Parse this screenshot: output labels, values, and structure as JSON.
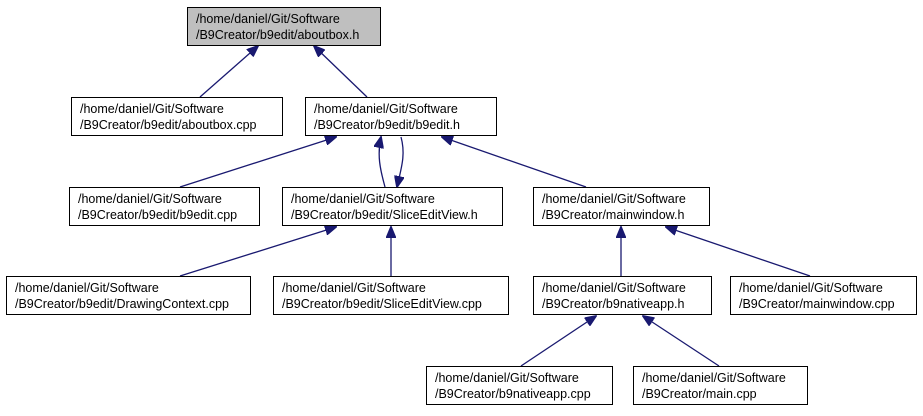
{
  "graph": {
    "colors": {
      "edge": "#191970",
      "node_border": "#000000",
      "node_fill": "#ffffff",
      "root_fill": "#bfbfbf",
      "text": "#000000"
    },
    "nodes": [
      {
        "id": "aboutbox_h",
        "lines": [
          "/home/daniel/Git/Software",
          "/B9Creator/b9edit/aboutbox.h"
        ],
        "highlight": true
      },
      {
        "id": "aboutbox_cpp",
        "lines": [
          "/home/daniel/Git/Software",
          "/B9Creator/b9edit/aboutbox.cpp"
        ]
      },
      {
        "id": "b9edit_h",
        "lines": [
          "/home/daniel/Git/Software",
          "/B9Creator/b9edit/b9edit.h"
        ]
      },
      {
        "id": "b9edit_cpp",
        "lines": [
          "/home/daniel/Git/Software",
          "/B9Creator/b9edit/b9edit.cpp"
        ]
      },
      {
        "id": "sliceeditview_h",
        "lines": [
          "/home/daniel/Git/Software",
          "/B9Creator/b9edit/SliceEditView.h"
        ]
      },
      {
        "id": "mainwindow_h",
        "lines": [
          "/home/daniel/Git/Software",
          "/B9Creator/mainwindow.h"
        ]
      },
      {
        "id": "drawingcontext_cpp",
        "lines": [
          "/home/daniel/Git/Software",
          "/B9Creator/b9edit/DrawingContext.cpp"
        ]
      },
      {
        "id": "sliceeditview_cpp",
        "lines": [
          "/home/daniel/Git/Software",
          "/B9Creator/b9edit/SliceEditView.cpp"
        ]
      },
      {
        "id": "b9nativeapp_h",
        "lines": [
          "/home/daniel/Git/Software",
          "/B9Creator/b9nativeapp.h"
        ]
      },
      {
        "id": "mainwindow_cpp",
        "lines": [
          "/home/daniel/Git/Software",
          "/B9Creator/mainwindow.cpp"
        ]
      },
      {
        "id": "b9nativeapp_cpp",
        "lines": [
          "/home/daniel/Git/Software",
          "/B9Creator/b9nativeapp.cpp"
        ]
      },
      {
        "id": "main_cpp",
        "lines": [
          "/home/daniel/Git/Software",
          "/B9Creator/main.cpp"
        ]
      }
    ],
    "edges": [
      {
        "from": "aboutbox_cpp",
        "to": "aboutbox_h"
      },
      {
        "from": "b9edit_h",
        "to": "aboutbox_h"
      },
      {
        "from": "b9edit_cpp",
        "to": "b9edit_h"
      },
      {
        "from": "sliceeditview_h",
        "to": "b9edit_h"
      },
      {
        "from": "b9edit_h",
        "to": "sliceeditview_h"
      },
      {
        "from": "mainwindow_h",
        "to": "b9edit_h"
      },
      {
        "from": "drawingcontext_cpp",
        "to": "sliceeditview_h"
      },
      {
        "from": "sliceeditview_cpp",
        "to": "sliceeditview_h"
      },
      {
        "from": "b9nativeapp_h",
        "to": "mainwindow_h"
      },
      {
        "from": "mainwindow_cpp",
        "to": "mainwindow_h"
      },
      {
        "from": "b9nativeapp_cpp",
        "to": "b9nativeapp_h"
      },
      {
        "from": "main_cpp",
        "to": "b9nativeapp_h"
      }
    ]
  }
}
